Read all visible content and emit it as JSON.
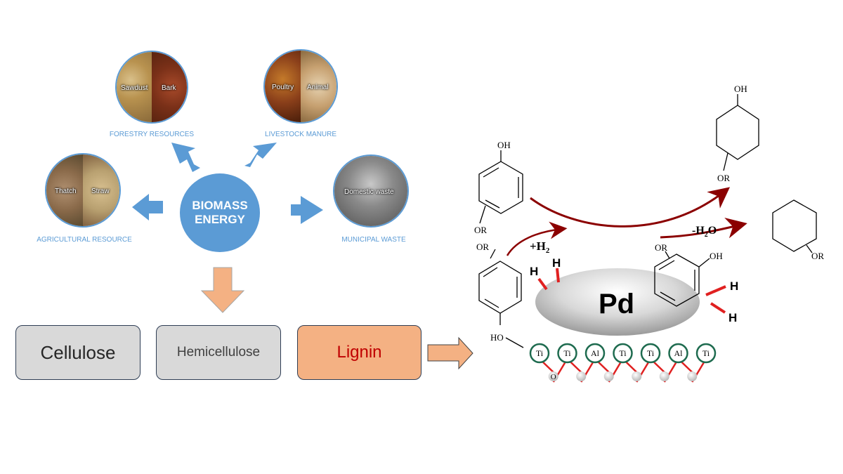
{
  "hub": {
    "line1": "BIOMASS",
    "line2": "ENERGY"
  },
  "sources": [
    {
      "label": "FORESTRY RESOURCES",
      "left_caption": "Sawdust",
      "right_caption": "Bark"
    },
    {
      "label": "LIVESTOCK MANURE",
      "left_caption": "Poultry",
      "right_caption": "Animal"
    },
    {
      "label": "AGRICULTURAL RESOURCE",
      "left_caption": "Thatch",
      "right_caption": "Straw"
    },
    {
      "label": "MUNICIPAL WASTE",
      "caption": "Domestic waste"
    }
  ],
  "components": [
    {
      "label": "Cellulose",
      "fill": "#d9d9d9",
      "color": "#262626"
    },
    {
      "label": "Hemicellulose",
      "fill": "#d9d9d9",
      "color": "#404040"
    },
    {
      "label": "Lignin",
      "fill": "#f4b183",
      "color": "#c00000"
    }
  ],
  "reaction": {
    "reactant_oh": "OH",
    "reactant_or": "OR",
    "product_oh": "OH",
    "product_or": "OR",
    "product2_or": "OR",
    "hydrogen_label": "+H",
    "hydrogen_sub": "2",
    "water_label": "-H",
    "water_sub": "2",
    "water_tail": "O",
    "adsorbed_or": "OR",
    "adsorbed_ho": "HO",
    "surface_or": "OR",
    "surface_oh": "OH",
    "catalyst": "Pd",
    "h_atoms": [
      "H",
      "H",
      "H",
      "H"
    ],
    "support_atoms": [
      "Ti",
      "Ti",
      "Al",
      "Ti",
      "Ti",
      "Al",
      "Ti"
    ],
    "oxygen_label": "O"
  },
  "colors": {
    "blue_accent": "#5b9bd5",
    "arrow_orange": "#f4b183",
    "reaction_arrow": "#8b0000",
    "bond_red": "#e02020",
    "support_green": "#1e6b4f"
  }
}
